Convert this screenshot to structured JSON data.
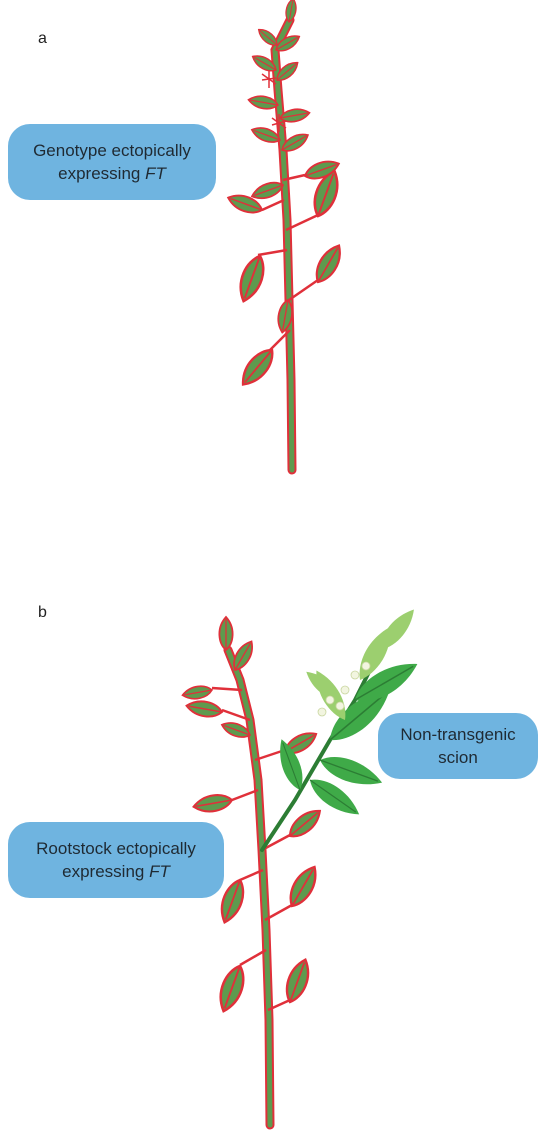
{
  "panels": [
    {
      "letter": "a",
      "callout": {
        "line1": "Genotype ectopically",
        "line2_prefix": "expressing ",
        "line2_italic": "FT"
      }
    },
    {
      "letter": "b",
      "callout_rootstock": {
        "line1": "Rootstock ectopically",
        "line2_prefix": "expressing ",
        "line2_italic": "FT"
      },
      "callout_scion": {
        "line1": "Non-transgenic",
        "line2": "scion"
      }
    }
  ],
  "colors": {
    "callout_fill": "#6fb4e0",
    "transgenic_leaf": "#5e9a4e",
    "transgenic_vein": "#e0303a",
    "scion_leaf": "#3faa48",
    "scion_leaf_light": "#9ccf6f",
    "flower": "#f2f5e0"
  }
}
